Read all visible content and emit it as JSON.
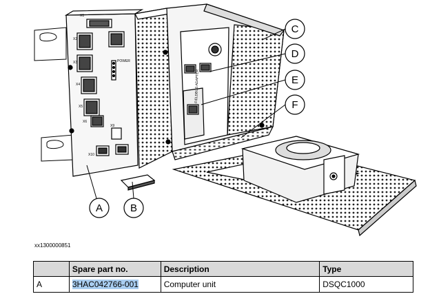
{
  "figure": {
    "callouts": [
      "A",
      "B",
      "C",
      "D",
      "E",
      "F"
    ],
    "module_labels": {
      "x1": "X1",
      "x2": "X2",
      "x3": "X3",
      "x4": "X4",
      "x5": "X5",
      "x6": "X6",
      "x9": "X9",
      "x10": "X10",
      "power": "POWER",
      "adapter": "FIELDBUS ADAPTER"
    },
    "id": "xx1300000851"
  },
  "table": {
    "headers": [
      "",
      "Spare part no.",
      "Description",
      "Type"
    ],
    "rows": [
      {
        "ref": "A",
        "part_no": "3HAC042766-001",
        "description": "Computer unit",
        "type": "DSQC1000"
      }
    ]
  }
}
